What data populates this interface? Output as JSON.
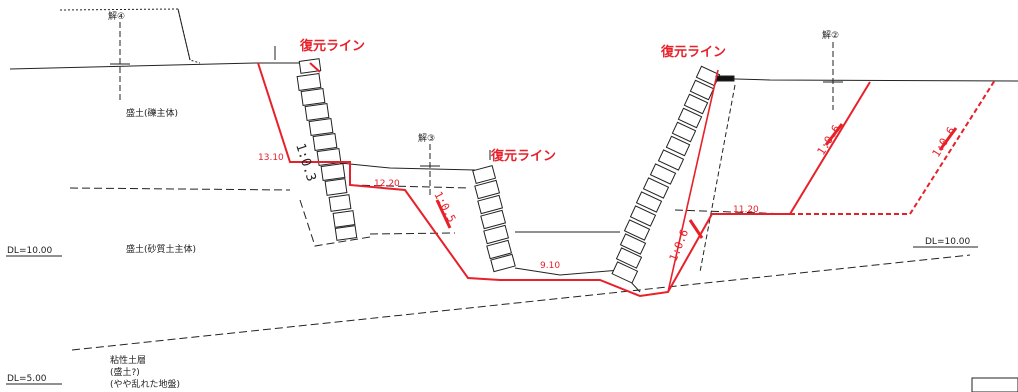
{
  "restore_labels": [
    "復元ライン",
    "復元ライン",
    "復元ライン"
  ],
  "section_marks": [
    "解④",
    "解③",
    "解②"
  ],
  "soil_labels": {
    "gravel_fill": "盛土(礫主体)",
    "sandy_fill": "盛土(砂質土主体)",
    "clay_layer_1": "粘性土層",
    "clay_layer_2": "(盛土?)",
    "clay_layer_3": "(やや乱れた地盤)"
  },
  "datum": {
    "left_10": "DL=10.00",
    "right_10": "DL=10.00",
    "left_5": "DL=5.00"
  },
  "dimensions": {
    "d1": "13.10",
    "d2": "12.20",
    "d3": "9.10",
    "d4": "11.20"
  },
  "slopes": {
    "left_black": "1:0.3",
    "mid_red": "1:0.5",
    "right_red_1": "1:0.6",
    "right_red_2": "1:0.6",
    "right_red_3": "1:0.6"
  },
  "colors": {
    "restore_line": "#e8202a",
    "section_line": "#222222"
  }
}
